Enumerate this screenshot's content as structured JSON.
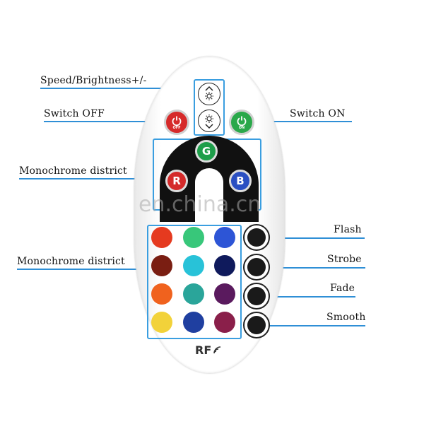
{
  "labels": {
    "speed_brightness": "Speed/Brightness+/-",
    "switch_off": "Switch OFF",
    "switch_on": "Switch ON",
    "monochrome_top": "Monochrome district",
    "monochrome_bottom": "Monochrome district",
    "flash": "Flash",
    "strobe": "Strobe",
    "fade": "Fade",
    "smooth": "Smooth"
  },
  "buttons": {
    "off_text": "OFF",
    "on_text": "ON",
    "g": "G",
    "r": "R",
    "b": "B"
  },
  "watermark": "en.china.cn",
  "brand": "RF",
  "colors": {
    "accent_line": "#2f8fd6",
    "off_button": "#d62a2a",
    "on_button": "#2aa84a",
    "g_button": "#1e9e4a",
    "r_button": "#d42a2a",
    "b_button": "#2a4fc2"
  },
  "swatches": [
    [
      "#e53a1f",
      "#38c77a",
      "#2d55d6"
    ],
    [
      "#7a1e12",
      "#28c2d8",
      "#0f1a5c"
    ],
    [
      "#f0621e",
      "#2aa59a",
      "#5a1a5e"
    ],
    [
      "#f2d23a",
      "#1f3fa0",
      "#8a1f4a"
    ]
  ]
}
